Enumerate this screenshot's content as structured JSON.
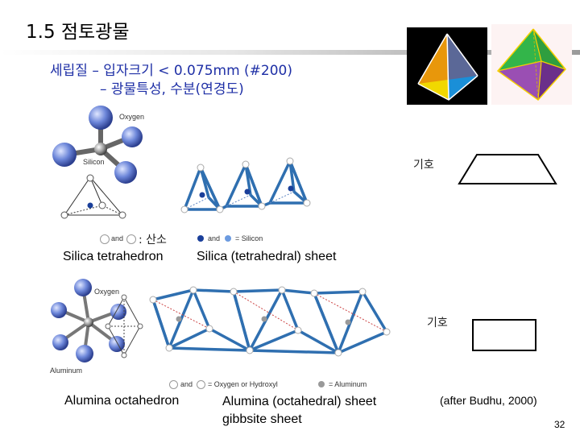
{
  "slide": {
    "title": "1.5 점토광물",
    "subtitle_line1": "세립질 – 입자크기 < 0.075mm (#200)",
    "subtitle_line2": "– 광물특성, 수분(연경도)",
    "page_number": "32"
  },
  "silica": {
    "oxygen_label": "Oxygen",
    "silicon_label": "Silicon",
    "legend_left_and": "and",
    "legend_left_meaning": ": 산소",
    "legend_right_and": "and",
    "legend_right_meaning": "= Silicon",
    "tetrahedron_caption": "Silica tetrahedron",
    "sheet_caption": "Silica (tetrahedral) sheet",
    "symbol_label": "기호"
  },
  "alumina": {
    "oxygen_label": "Oxygen",
    "aluminum_label": "Aluminum",
    "legend_left_and": "and",
    "legend_left_meaning": "= Oxygen or Hydroxyl",
    "legend_right_meaning": "= Aluminum",
    "octahedron_caption": "Alumina octahedron",
    "sheet_caption_line1": "Alumina (octahedral) sheet",
    "sheet_caption_line2": "gibbsite sheet",
    "symbol_label": "기호",
    "source": "(after Budhu, 2000)"
  },
  "colors": {
    "sheet_blue": "#2f6fb0",
    "atom_blue": "#6c86d9",
    "pyramid_yellow": "#f1d800",
    "pyramid_red": "#d82020",
    "pyramid_blue": "#1a8fd8",
    "oct_green": "#33b54a",
    "oct_purple": "#9a4fb3"
  }
}
